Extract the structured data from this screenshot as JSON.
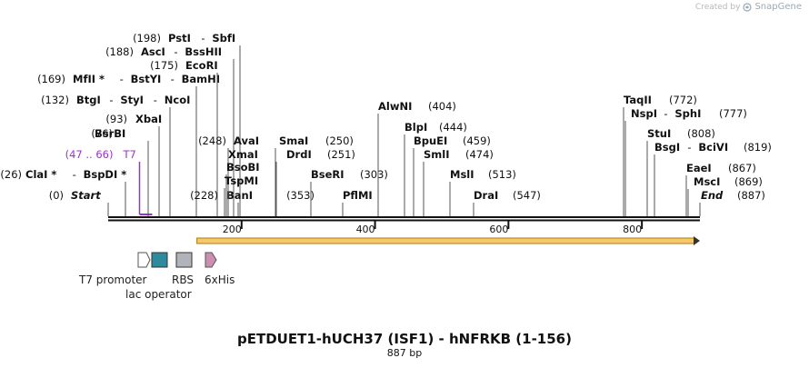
{
  "credit": {
    "created_by": "Created by",
    "brand": "SnapGene"
  },
  "map": {
    "title": "pETDUET1-hUCH37 (ISF1) - hNFRKB (1-156)",
    "length_label": "887 bp",
    "total_bp": 887,
    "ruler_ticks": [
      {
        "bp": 200,
        "label": "200"
      },
      {
        "bp": 400,
        "label": "400"
      },
      {
        "bp": 600,
        "label": "600"
      },
      {
        "bp": 800,
        "label": "800"
      }
    ],
    "sites": [
      {
        "pos": "(0)",
        "names": [
          "Start"
        ],
        "italic": true,
        "bp": 0
      },
      {
        "pos": "(26)",
        "names": [
          "ClaI *",
          "BspDI *"
        ],
        "bp": 26
      },
      {
        "pos": "(76)",
        "names": [
          "BsrBI"
        ],
        "bp": 76
      },
      {
        "pos": "(93)",
        "names": [
          "XbaI"
        ],
        "bp": 93
      },
      {
        "pos": "(132)",
        "names": [
          "BtgI",
          "StyI",
          "NcoI"
        ],
        "bp": 132
      },
      {
        "pos": "(169)",
        "names": [
          "MfII *",
          "BstYI",
          "BamHI"
        ],
        "bp": 169
      },
      {
        "pos": "(175)",
        "names": [
          "EcoRI"
        ],
        "bp": 175
      },
      {
        "pos": "(188)",
        "names": [
          "AscI",
          "BssHII"
        ],
        "bp": 188
      },
      {
        "pos": "(198)",
        "names": [
          "PstI",
          "SbfI"
        ],
        "bp": 198
      },
      {
        "pos": "(228)",
        "names": [
          "BanI"
        ],
        "bp": 228
      },
      {
        "pos": "(248)",
        "names": [
          "AvaI"
        ],
        "bp": 248
      },
      {
        "pos": "",
        "names": [
          "XmaI"
        ],
        "bp": 248
      },
      {
        "pos": "",
        "names": [
          "BsoBI"
        ],
        "bp": 248
      },
      {
        "pos": "",
        "names": [
          "TspMI"
        ],
        "bp": 248
      },
      {
        "pos": "(250)",
        "names": [
          "SmaI"
        ],
        "bp": 250
      },
      {
        "pos": "(251)",
        "names": [
          "DrdI"
        ],
        "bp": 251
      },
      {
        "pos": "(303)",
        "names": [
          "BseRI"
        ],
        "bp": 303
      },
      {
        "pos": "(353)",
        "names": [
          "PflMI"
        ],
        "bp": 353
      },
      {
        "pos": "(404)",
        "names": [
          "AlwNI"
        ],
        "bp": 404
      },
      {
        "pos": "(444)",
        "names": [
          "BlpI"
        ],
        "bp": 444
      },
      {
        "pos": "(459)",
        "names": [
          "BpuEI"
        ],
        "bp": 459
      },
      {
        "pos": "(474)",
        "names": [
          "SmlI"
        ],
        "bp": 474
      },
      {
        "pos": "(513)",
        "names": [
          "MslI"
        ],
        "bp": 513
      },
      {
        "pos": "(547)",
        "names": [
          "DraI"
        ],
        "bp": 547
      },
      {
        "pos": "(772)",
        "names": [
          "TaqII"
        ],
        "bp": 772
      },
      {
        "pos": "(777)",
        "names": [
          "NspI",
          "SphI"
        ],
        "bp": 777
      },
      {
        "pos": "(808)",
        "names": [
          "StuI"
        ],
        "bp": 808
      },
      {
        "pos": "(819)",
        "names": [
          "BsgI",
          "BciVI"
        ],
        "bp": 819
      },
      {
        "pos": "(867)",
        "names": [
          "EaeI"
        ],
        "bp": 867
      },
      {
        "pos": "(869)",
        "names": [
          "MscI"
        ],
        "bp": 869
      },
      {
        "pos": "(887)",
        "names": [
          "End"
        ],
        "italic": true,
        "bp": 887
      }
    ],
    "t7_feature": {
      "range": "(47 .. 66)",
      "name": "T7",
      "start": 47,
      "end": 66
    },
    "orf": {
      "start": 133,
      "end": 887,
      "color": "#f0c060"
    },
    "legend": [
      {
        "label": "T7 promoter",
        "shape": "promoter-arrow"
      },
      {
        "label": "lac operator",
        "shape": "teal-box",
        "color": "#2e8b9e"
      },
      {
        "label": "RBS",
        "shape": "gray-box",
        "color": "#b0b4ba"
      },
      {
        "label": "6xHis",
        "shape": "pink-arrow",
        "color": "#cc8fb0"
      }
    ]
  }
}
